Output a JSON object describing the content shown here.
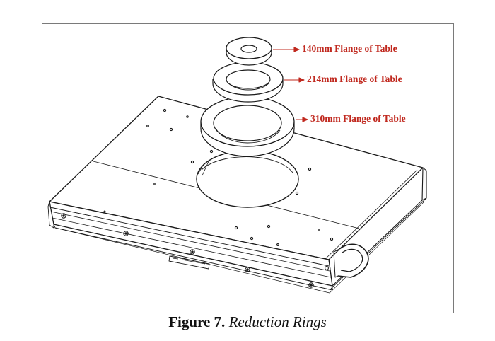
{
  "labels": {
    "flange_140": "140mm Flange of Table",
    "flange_214": "214mm Flange of Table",
    "flange_310": "310mm Flange of Table"
  },
  "caption": {
    "number": "Figure 7.",
    "text": "Reduction Rings"
  },
  "colors": {
    "callout": "#c0281e",
    "line": "#1a1a1a",
    "frame": "#7a7a7a"
  }
}
